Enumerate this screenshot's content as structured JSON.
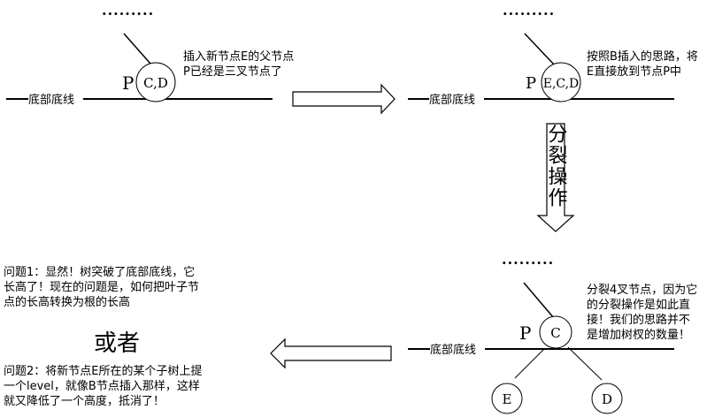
{
  "colors": {
    "ink": "#000000",
    "bg": "#ffffff"
  },
  "panel1": {
    "dots": "·········",
    "baseline_label": "底部底线",
    "node_label": "P",
    "node_text": "C,D",
    "note": "插入新节点E的父节点\nP已经是三叉节点了"
  },
  "panel2": {
    "dots": "·········",
    "baseline_label": "底部底线",
    "node_label": "P",
    "node_text": "E,C,D",
    "note": "按照B插入的思路，将\nE直接放到节点P中"
  },
  "split_arrow_label": "分裂操作",
  "panel3": {
    "dots": "·········",
    "baseline_label": "底部底线",
    "node_label": "P",
    "node_text": "C",
    "child_left": "E",
    "child_right": "D",
    "note": "分裂4叉节点，因为它\n的分裂操作是如此直\n接！我们的思路并不\n是增加树杈的数量！"
  },
  "question1": "问题1：显然！树突破了底部底线，它\n长高了！现在的问题是，如何把叶子节\n点的长高转换为根的长高",
  "or_text": "或者",
  "question2": "问题2：将新节点E所在的某个子树上提\n一个level，就像B节点插入那样，这样\n就又降低了一个高度，抵消了！"
}
